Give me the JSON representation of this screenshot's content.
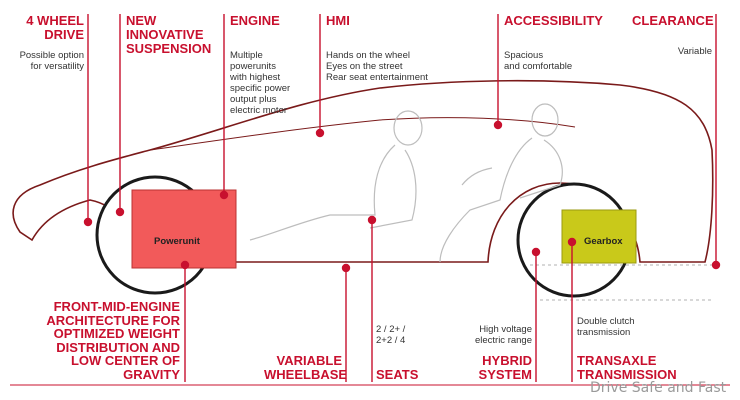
{
  "labels": {
    "four_wd": {
      "title_1": "4 WHEEL",
      "title_2": "DRIVE",
      "desc_1": "Possible option",
      "desc_2": "for versatility"
    },
    "suspension": {
      "title_1": "NEW",
      "title_2": "INNOVATIVE",
      "title_3": "SUSPENSION"
    },
    "engine": {
      "title": "ENGINE",
      "desc_1": "Multiple",
      "desc_2": "powerunits",
      "desc_3": "with highest",
      "desc_4": "specific power",
      "desc_5": "output plus",
      "desc_6": "electric motor"
    },
    "hmi": {
      "title": "HMI",
      "desc_1": "Hands on the wheel",
      "desc_2": "Eyes on the street",
      "desc_3": "Rear seat entertainment"
    },
    "accessibility": {
      "title": "ACCESSIBILITY",
      "desc_1": "Spacious",
      "desc_2": "and comfortable"
    },
    "clearance": {
      "title": "CLEARANCE",
      "desc": "Variable"
    },
    "front_mid": {
      "line_1": "FRONT-MID-ENGINE",
      "line_2": "ARCHITECTURE FOR",
      "line_3": "OPTIMIZED WEIGHT",
      "line_4": "DISTRIBUTION AND",
      "line_5": "LOW CENTER OF",
      "line_6": "GRAVITY"
    },
    "wheelbase": {
      "title_1": "VARIABLE",
      "title_2": "WHEELBASE"
    },
    "seats": {
      "title": "SEATS",
      "desc_1": "2 / 2+ /",
      "desc_2": "2+2 / 4"
    },
    "hybrid": {
      "title_1": "HYBRID",
      "title_2": "SYSTEM",
      "desc_1": "High voltage",
      "desc_2": "electric range"
    },
    "transaxle": {
      "title_1": "TRANSAXLE",
      "title_2": "TRANSMISSION",
      "desc_1": "Double clutch",
      "desc_2": "transmission"
    }
  },
  "boxes": {
    "powerunit": {
      "label": "Powerunit",
      "color": "#f25a5a"
    },
    "gearbox": {
      "label": "Gearbox",
      "color": "#c9c91a"
    }
  },
  "watermark": "Drive Safe and Fast",
  "colors": {
    "accent": "#c8102e",
    "outline": "#7a1a1a"
  }
}
